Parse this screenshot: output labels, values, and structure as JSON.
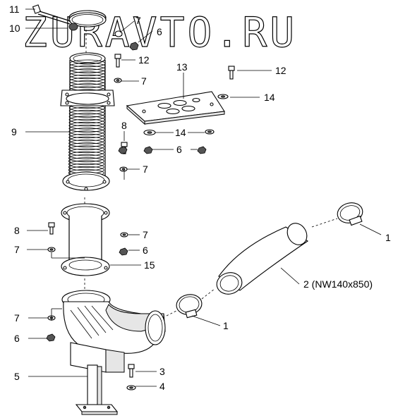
{
  "watermark": "ZURAVTO.RU",
  "callouts": [
    {
      "id": "c11",
      "label": "11"
    },
    {
      "id": "c10",
      "label": "10"
    },
    {
      "id": "c7a",
      "label": "7"
    },
    {
      "id": "c6a",
      "label": "6"
    },
    {
      "id": "c12a",
      "label": "12"
    },
    {
      "id": "c13",
      "label": "13"
    },
    {
      "id": "c12b",
      "label": "12"
    },
    {
      "id": "c7b",
      "label": "7"
    },
    {
      "id": "c14a",
      "label": "14"
    },
    {
      "id": "c9",
      "label": "9"
    },
    {
      "id": "c8a",
      "label": "8"
    },
    {
      "id": "c14b",
      "label": "14"
    },
    {
      "id": "c6b",
      "label": "6"
    },
    {
      "id": "c7c",
      "label": "7"
    },
    {
      "id": "c1a",
      "label": "1"
    },
    {
      "id": "c8b",
      "label": "8"
    },
    {
      "id": "c7d",
      "label": "7"
    },
    {
      "id": "c7e",
      "label": "7"
    },
    {
      "id": "c6c",
      "label": "6"
    },
    {
      "id": "c15",
      "label": "15"
    },
    {
      "id": "c2",
      "label": "2 (NW140x850)"
    },
    {
      "id": "c7f",
      "label": "7"
    },
    {
      "id": "c1b",
      "label": "1"
    },
    {
      "id": "c6d",
      "label": "6"
    },
    {
      "id": "c5",
      "label": "5"
    },
    {
      "id": "c3",
      "label": "3"
    },
    {
      "id": "c4",
      "label": "4"
    }
  ]
}
